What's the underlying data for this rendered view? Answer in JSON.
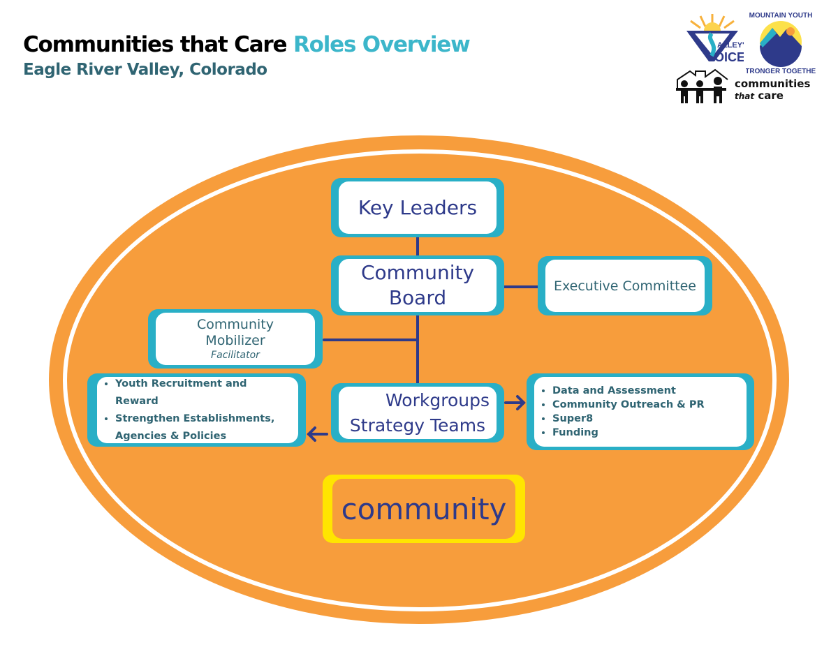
{
  "header": {
    "title_main": "Communities that Care",
    "title_accent": "Roles Overview",
    "subtitle": "Eagle River Valley, Colorado"
  },
  "logos": {
    "valleys_voice": {
      "line1": "ALLEY'S",
      "line2": "OICE",
      "text": "Valley's Voice"
    },
    "mountain_youth": {
      "top": "MOUNTAIN YOUTH",
      "bottom": "STRONGER TOGETHER"
    },
    "ctc": {
      "line1": "communities",
      "line2_a": "that",
      "line2_b": "care"
    }
  },
  "diagram": {
    "key_leaders": "Key Leaders",
    "community_board": {
      "line1": "Community",
      "line2": "Board"
    },
    "executive_committee": "Executive Committee",
    "community_mobilizer": {
      "line1": "Community",
      "line2": "Mobilizer",
      "role": "Facilitator"
    },
    "workgroups": {
      "line1": "Workgroups",
      "line2": "Strategy Teams"
    },
    "left_list": [
      "Youth Recruitment and Reward",
      "Strengthen Establishments, Agencies & Policies"
    ],
    "right_list": [
      "Data and Assessment",
      "Community Outreach & PR",
      "Super8",
      "Funding"
    ],
    "community": "community"
  },
  "colors": {
    "orange": "#f79d3c",
    "teal": "#29afc6",
    "navy": "#2e3a8a",
    "yellow": "#ffe500"
  }
}
